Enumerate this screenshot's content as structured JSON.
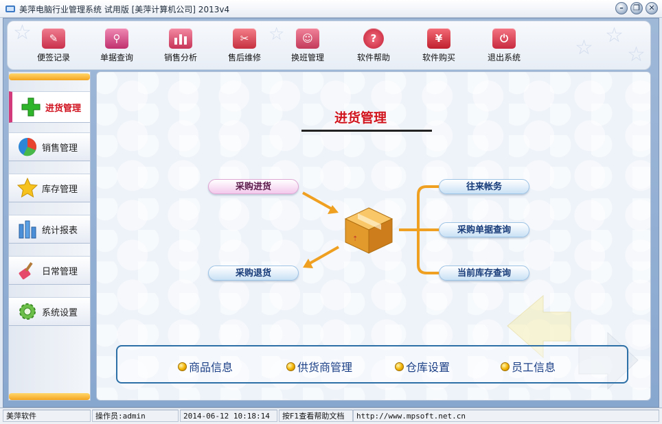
{
  "window": {
    "title": "美萍电脑行业管理系统 试用版 [美萍计算机公司] 2013v4",
    "controls": [
      "minimize",
      "restore",
      "close"
    ]
  },
  "toolbar": {
    "buttons": [
      {
        "label": "便签记录",
        "icon": "note-icon",
        "color": "#d9506a"
      },
      {
        "label": "单据查询",
        "icon": "magnifier-icon",
        "color": "#c74a86"
      },
      {
        "label": "销售分析",
        "icon": "bar-chart-icon",
        "color": "#d54f76"
      },
      {
        "label": "售后维修",
        "icon": "tools-icon",
        "color": "#d44a60"
      },
      {
        "label": "换班管理",
        "icon": "users-icon",
        "color": "#c84b6a"
      },
      {
        "label": "软件帮助",
        "icon": "help-icon",
        "color": "#d03a52"
      },
      {
        "label": "软件购买",
        "icon": "yen-icon",
        "color": "#d43848"
      },
      {
        "label": "退出系统",
        "icon": "power-icon",
        "color": "#cf4157"
      }
    ]
  },
  "sidebar": {
    "items": [
      {
        "label": "进货管理",
        "icon": "plus-icon",
        "active": true
      },
      {
        "label": "销售管理",
        "icon": "pie-icon",
        "active": false
      },
      {
        "label": "库存管理",
        "icon": "star-icon",
        "active": false
      },
      {
        "label": "统计报表",
        "icon": "report-icon",
        "active": false
      },
      {
        "label": "日常管理",
        "icon": "brush-icon",
        "active": false
      },
      {
        "label": "系统设置",
        "icon": "gear-icon",
        "active": false
      }
    ]
  },
  "main": {
    "title": "进货管理",
    "left_actions": [
      {
        "label": "采购进货",
        "style": "pink"
      },
      {
        "label": "采购退货",
        "style": "blue"
      }
    ],
    "right_actions": [
      {
        "label": "往来帐务"
      },
      {
        "label": "采购单据查询"
      },
      {
        "label": "当前库存查询"
      }
    ],
    "center_icon": "package-box-icon",
    "quick_links": [
      {
        "label": "商品信息"
      },
      {
        "label": "供货商管理"
      },
      {
        "label": "仓库设置"
      },
      {
        "label": "员工信息"
      }
    ],
    "nav_arrows": [
      "back-arrow-icon",
      "forward-arrow-icon"
    ]
  },
  "statusbar": {
    "company": "美萍软件",
    "operator": "操作员:admin",
    "datetime": "2014-06-12 10:18:14",
    "help": "按F1查看帮助文档",
    "url": "http://www.mpsoft.net.cn"
  },
  "colors": {
    "accent_red": "#d0141d",
    "accent_blue": "#2b6fa6",
    "connector_orange": "#f0a020",
    "active_marker": "#d23a7c"
  }
}
